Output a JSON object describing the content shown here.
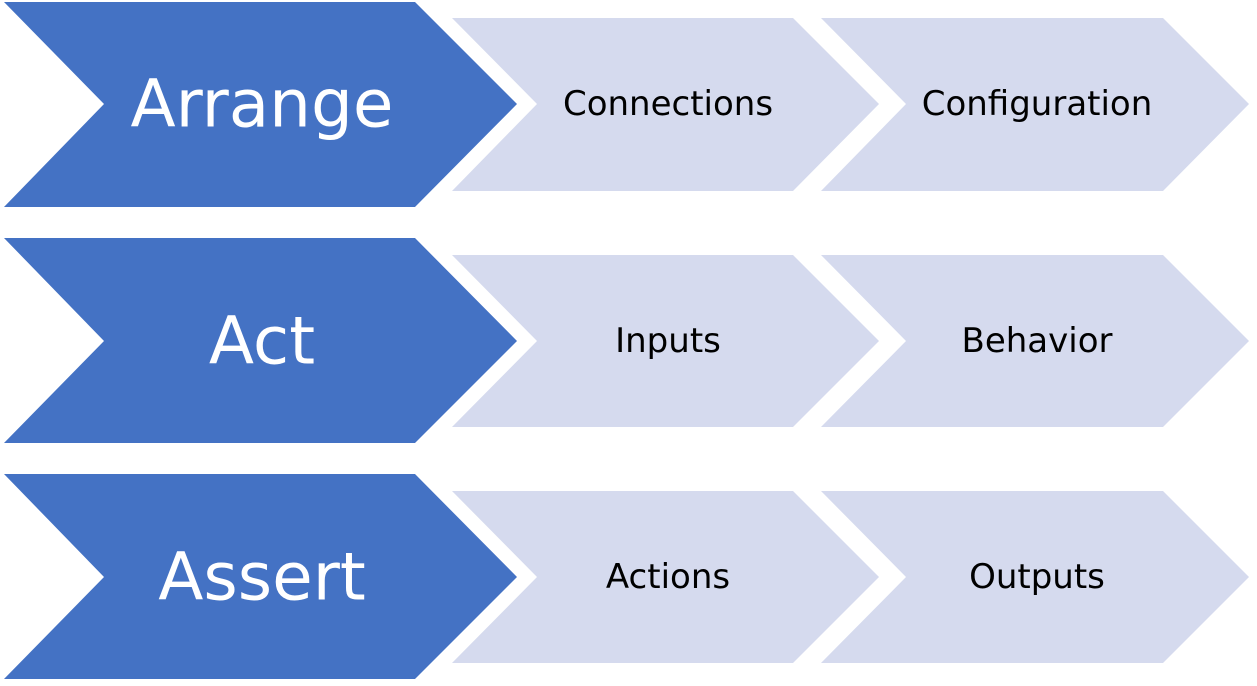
{
  "colors": {
    "main_chevron": "#4472C4",
    "sub_chevron": "#D5DAEE",
    "main_text": "#FFFFFF",
    "sub_text": "#000000",
    "background": "#FFFFFF"
  },
  "rows": [
    {
      "main": "Arrange",
      "steps": [
        "Connections",
        "Configuration"
      ]
    },
    {
      "main": "Act",
      "steps": [
        "Inputs",
        "Behavior"
      ]
    },
    {
      "main": "Assert",
      "steps": [
        "Actions",
        "Outputs"
      ]
    }
  ]
}
